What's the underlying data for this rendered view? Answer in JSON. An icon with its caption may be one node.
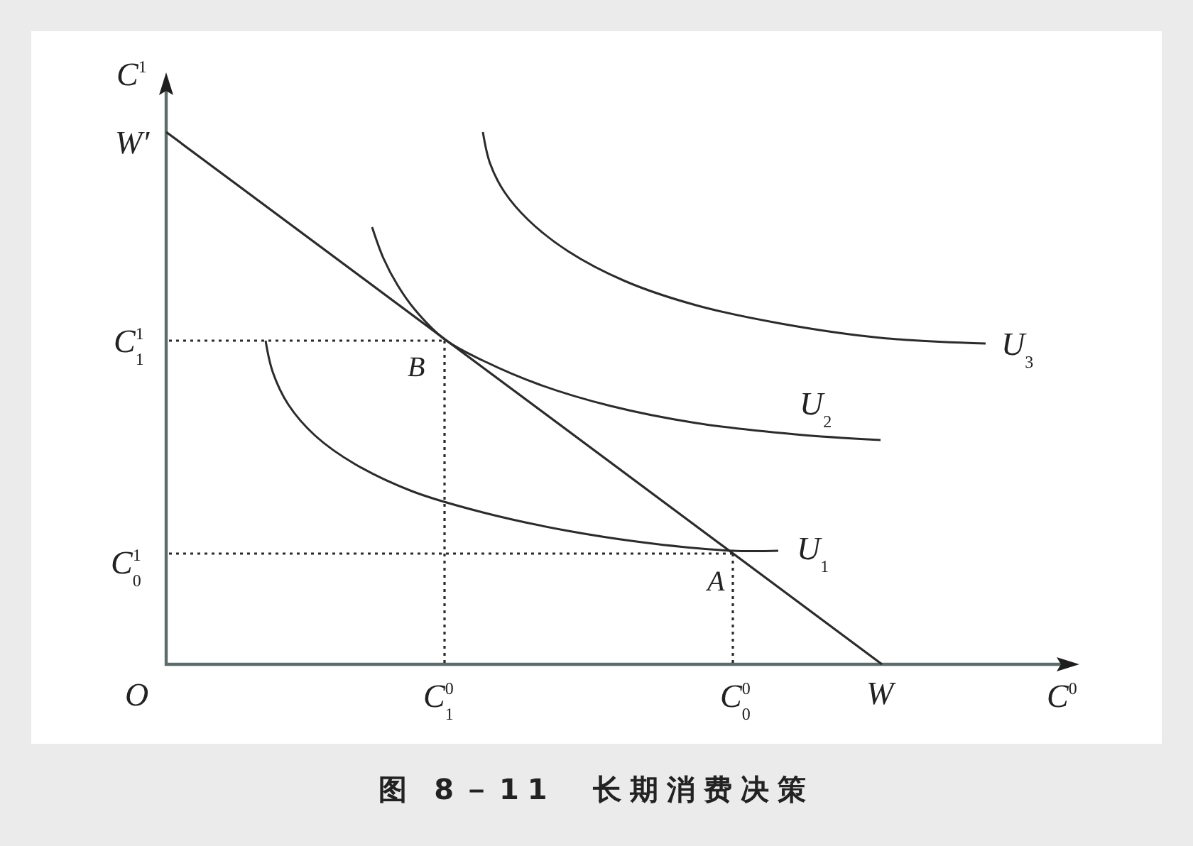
{
  "diagram": {
    "caption": "图 8－11　长期消费决策",
    "labels": [
      "C$^{1}$",
      "W′",
      "C$^{1}$$_{1}$",
      "U$_{3}$",
      "B",
      "U$_{2}$",
      "C$^{1}$$_{0}$",
      "U$_{1}$",
      "A",
      "O",
      "C$^{0}$$_{1}$",
      "C$^{0}$$_{0}$",
      "W",
      "C$^{0}$"
    ]
  }
}
